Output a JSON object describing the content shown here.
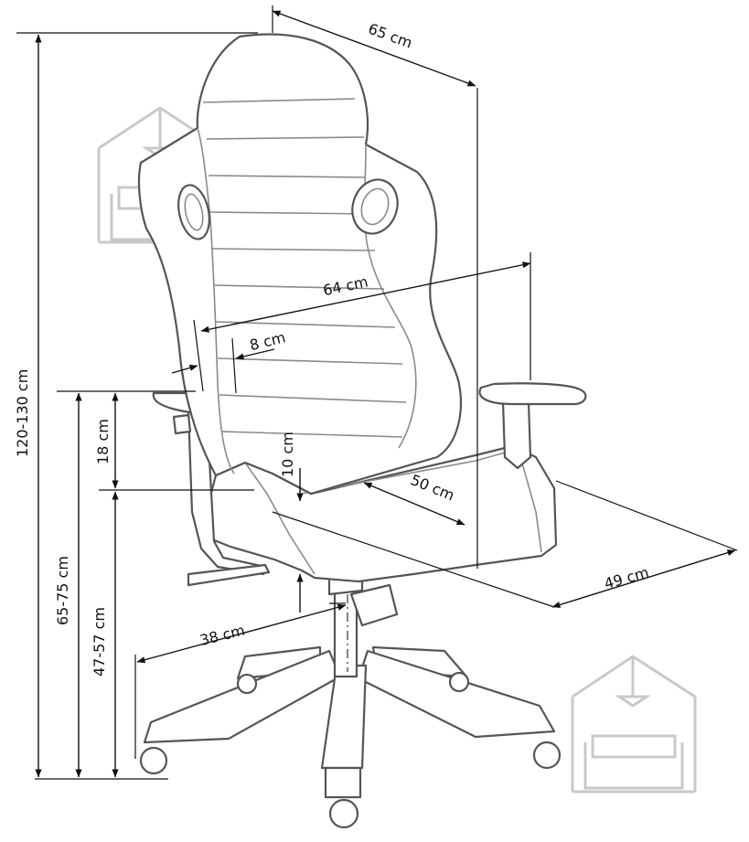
{
  "dimensions": {
    "depth_overall": "65 cm",
    "width_overall": "64 cm",
    "armrest_width": "8 cm",
    "height_total": "120-130 cm",
    "armrest_above_seat": "18 cm",
    "armrest_height": "65-75 cm",
    "seat_height": "47-57 cm",
    "seat_cushion_thickness": "10 cm",
    "seat_depth": "50 cm",
    "base_depth": "49 cm",
    "base_radius": "38 cm"
  },
  "icons": {
    "watermark_top": "house-sofa-logo-icon",
    "watermark_bottom": "house-sofa-logo-icon"
  },
  "colors": {
    "outline": "#555555",
    "dimension": "#111111",
    "watermark": "#c9c9c9"
  }
}
